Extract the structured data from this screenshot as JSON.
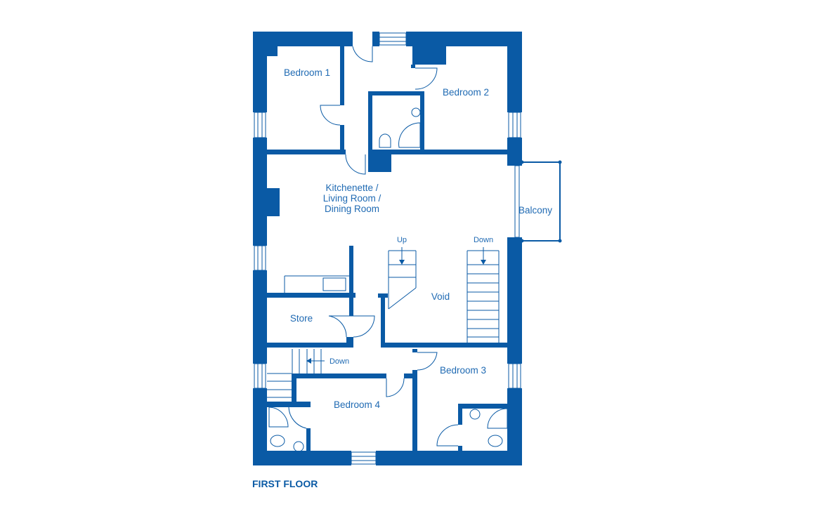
{
  "plan": {
    "title": "FIRST FLOOR",
    "wall_color": "#0a5aa5",
    "rooms": {
      "bedroom1": "Bedroom 1",
      "bedroom2": "Bedroom 2",
      "kitchen_line1": "Kitchenette /",
      "kitchen_line2": "Living Room /",
      "kitchen_line3": "Dining Room",
      "balcony": "Balcony",
      "void": "Void",
      "store": "Store",
      "bedroom3": "Bedroom 3",
      "bedroom4": "Bedroom 4"
    },
    "stairs": {
      "up": "Up",
      "down_right": "Down",
      "down_left": "Down"
    }
  }
}
